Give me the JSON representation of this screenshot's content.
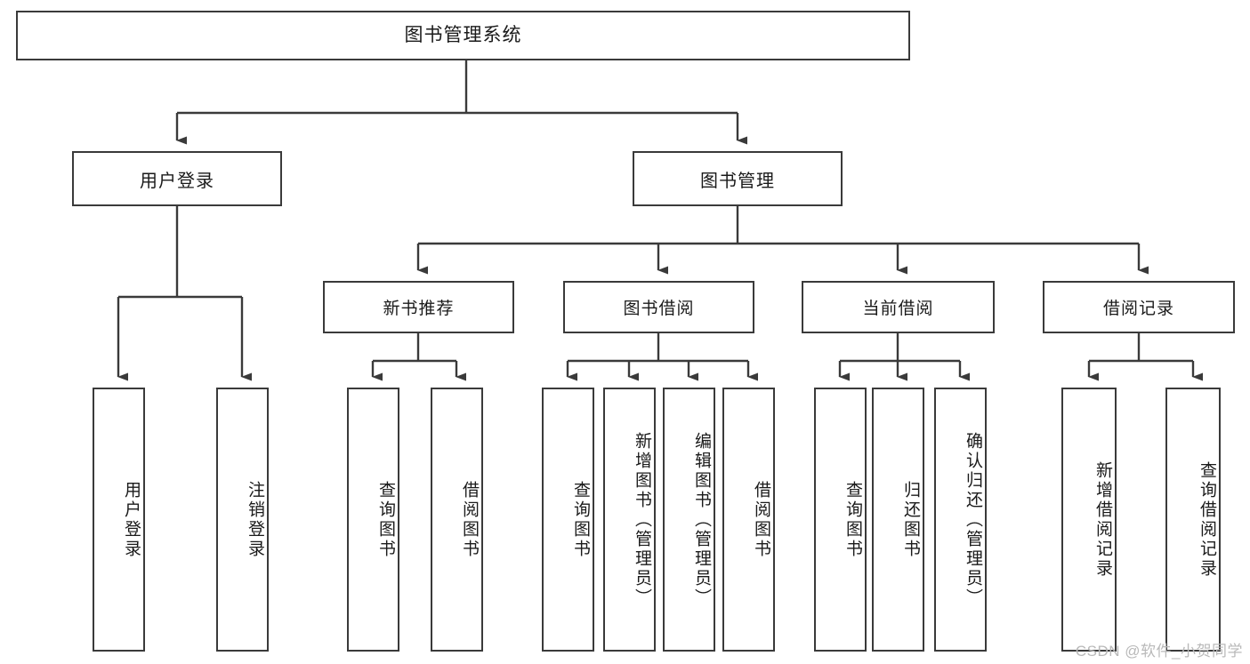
{
  "diagram": {
    "type": "tree-hierarchy-functional-decomposition",
    "root": {
      "label": "图书管理系统"
    },
    "level2": [
      {
        "label": "用户登录"
      },
      {
        "label": "图书管理"
      }
    ],
    "level3": [
      {
        "label": "新书推荐"
      },
      {
        "label": "图书借阅"
      },
      {
        "label": "当前借阅"
      },
      {
        "label": "借阅记录"
      }
    ],
    "leaves": {
      "user_login": [
        {
          "label": "用户登录"
        },
        {
          "label": "注销登录"
        }
      ],
      "new_book_recommend": [
        {
          "label": "查询图书"
        },
        {
          "label": "借阅图书"
        }
      ],
      "book_borrow": [
        {
          "label": "查询图书"
        },
        {
          "label": "新增图书（管理员）"
        },
        {
          "label": "编辑图书（管理员）"
        },
        {
          "label": "借阅图书"
        }
      ],
      "current_borrow": [
        {
          "label": "查询图书"
        },
        {
          "label": "归还图书"
        },
        {
          "label": "确认归还（管理员）"
        }
      ],
      "borrow_record": [
        {
          "label": "新增借阅记录"
        },
        {
          "label": "查询借阅记录"
        }
      ]
    }
  },
  "watermark": {
    "text": "CSDN @软件_小贺同学"
  },
  "colors": {
    "stroke": "#3a3a3a",
    "background": "#ffffff",
    "text": "#1a1a1a",
    "watermark": "#b9b9b9"
  }
}
